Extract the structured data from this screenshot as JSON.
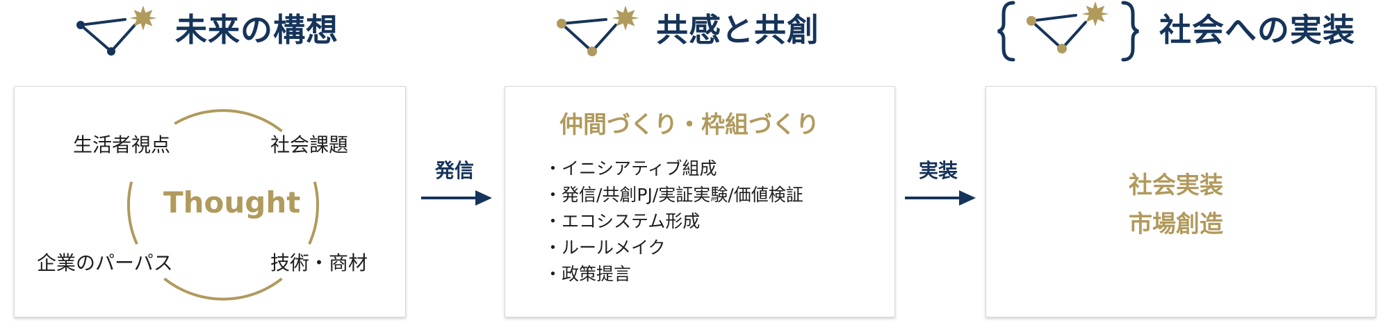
{
  "colors": {
    "navy": "#16345a",
    "gold": "#b09a5c",
    "text": "#1e1e1e",
    "panel_border": "#d9d9d9"
  },
  "stages": [
    {
      "title": "未来の構想",
      "icon": "constellation-icon",
      "icon_color": "#16345a",
      "bracketed": false
    },
    {
      "title": "共感と共創",
      "icon": "constellation-icon",
      "icon_color": "#b09a5c",
      "bracketed": false
    },
    {
      "title": "社会への実装",
      "icon": "bracketed-constellation-icon",
      "icon_color": "#b09a5c",
      "bracketed": true
    }
  ],
  "vision_panel": {
    "center_label": "Thought",
    "cycle_items": [
      "生活者視点",
      "社会課題",
      "技術・商材",
      "企業のパーパス"
    ]
  },
  "arrows": [
    {
      "label": "発信"
    },
    {
      "label": "実装"
    }
  ],
  "cocreation_panel": {
    "heading": "仲間づくり・枠組づくり",
    "items": [
      "・イニシアティブ組成",
      "・発信/共創PJ/実証実験/価値検証",
      "・エコシステム形成",
      "・ルールメイク",
      "・政策提言"
    ]
  },
  "implementation_panel": {
    "lines": [
      "社会実装",
      "市場創造"
    ]
  }
}
